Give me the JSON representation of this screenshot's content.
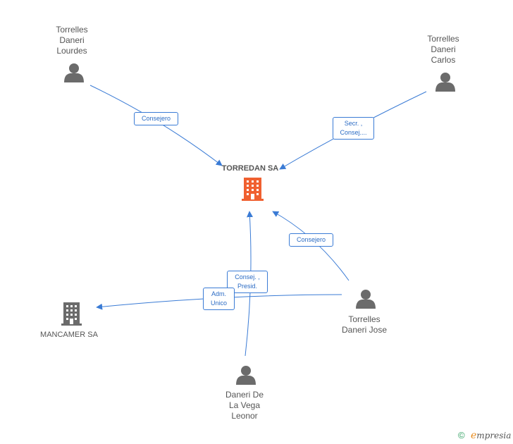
{
  "nodes": {
    "center": {
      "name": "TORREDAN SA"
    },
    "lourdes": {
      "lines": [
        "Torrelles",
        "Daneri",
        "Lourdes"
      ]
    },
    "carlos": {
      "lines": [
        "Torrelles",
        "Daneri",
        "Carlos"
      ]
    },
    "jose": {
      "lines": [
        "Torrelles",
        "Daneri Jose"
      ]
    },
    "leonor": {
      "lines": [
        "Daneri De",
        "La Vega",
        "Leonor"
      ]
    },
    "mancamer": {
      "name": "MANCAMER SA"
    }
  },
  "edges": {
    "lourdes_center": {
      "lines": [
        "Consejero"
      ]
    },
    "carlos_center": {
      "lines": [
        "Secr. ,",
        "Consej...."
      ]
    },
    "jose_center": {
      "lines": [
        "Consejero"
      ]
    },
    "leonor_center": {
      "lines": [
        "Consej. ,",
        "Presid."
      ]
    },
    "jose_mancamer": {
      "lines": [
        "Adm.",
        "Unico"
      ]
    }
  },
  "colors": {
    "edge": "#3a7bd5",
    "center_icon": "#f06030",
    "person_icon": "#6b6b6b",
    "company_icon": "#6b6b6b"
  },
  "footer": {
    "copyright": "©",
    "brand_first": "e",
    "brand_rest": "mpresia"
  }
}
